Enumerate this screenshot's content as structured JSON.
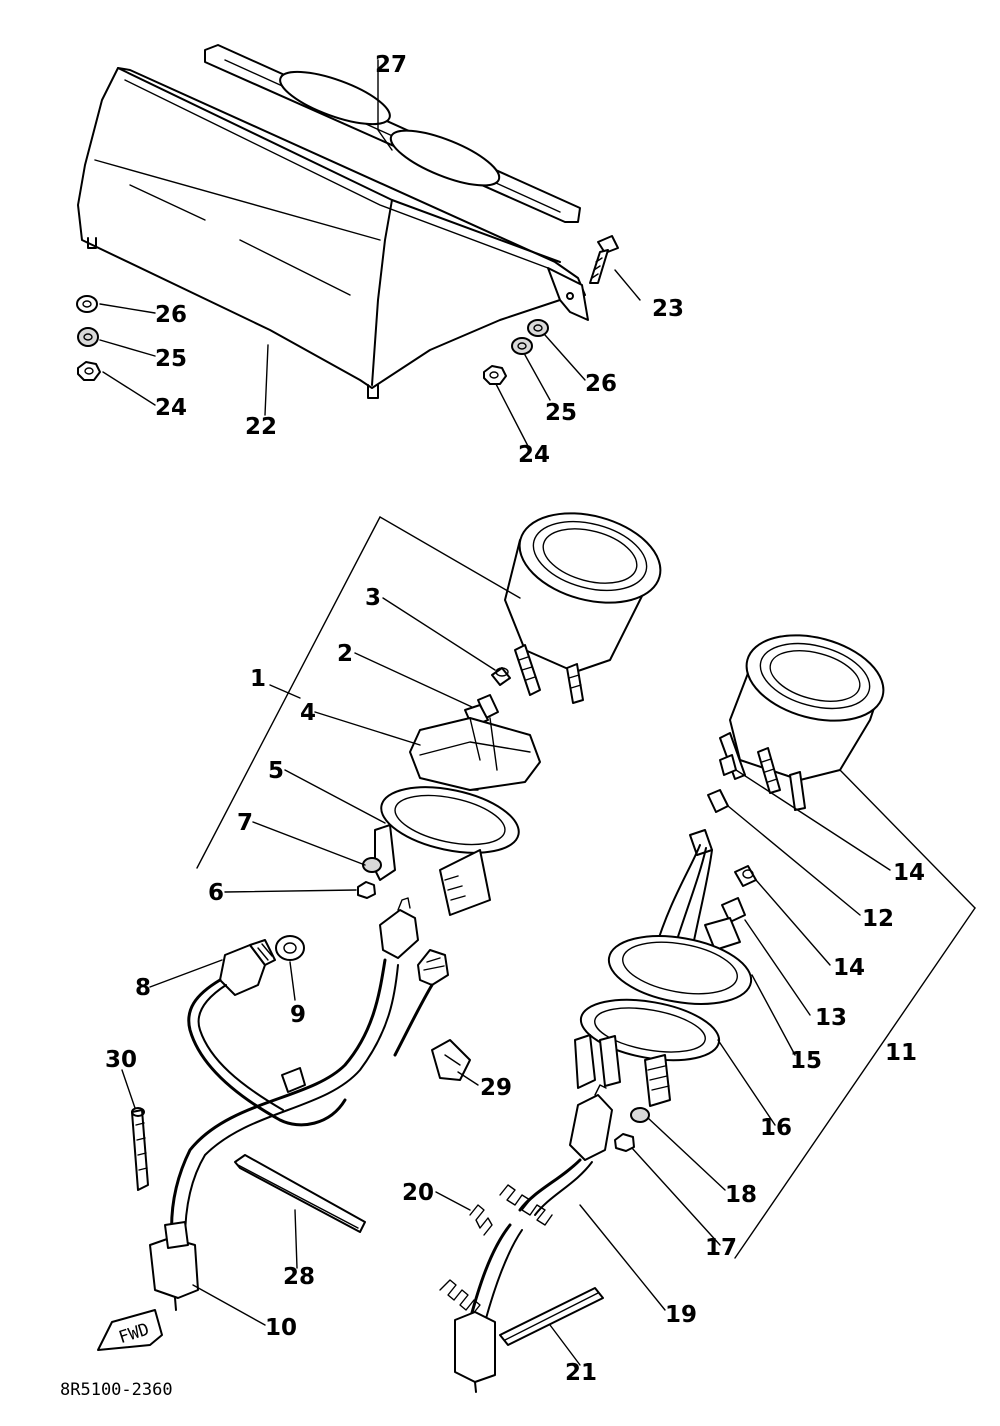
{
  "diagram": {
    "part_code": "8R5100-2360",
    "front_tag": "FWD",
    "callouts": {
      "c1": "1",
      "c2": "2",
      "c3": "3",
      "c4": "4",
      "c5": "5",
      "c6": "6",
      "c7": "7",
      "c8": "8",
      "c9": "9",
      "c10": "10",
      "c11": "11",
      "c12": "12",
      "c13": "13",
      "c14a": "14",
      "c14b": "14",
      "c15": "15",
      "c16": "16",
      "c17": "17",
      "c18": "18",
      "c19": "19",
      "c20": "20",
      "c21": "21",
      "c22": "22",
      "c23": "23",
      "c24a": "24",
      "c24b": "24",
      "c25a": "25",
      "c25b": "25",
      "c26a": "26",
      "c26b": "26",
      "c27": "27",
      "c28": "28",
      "c29": "29",
      "c30": "30"
    }
  }
}
